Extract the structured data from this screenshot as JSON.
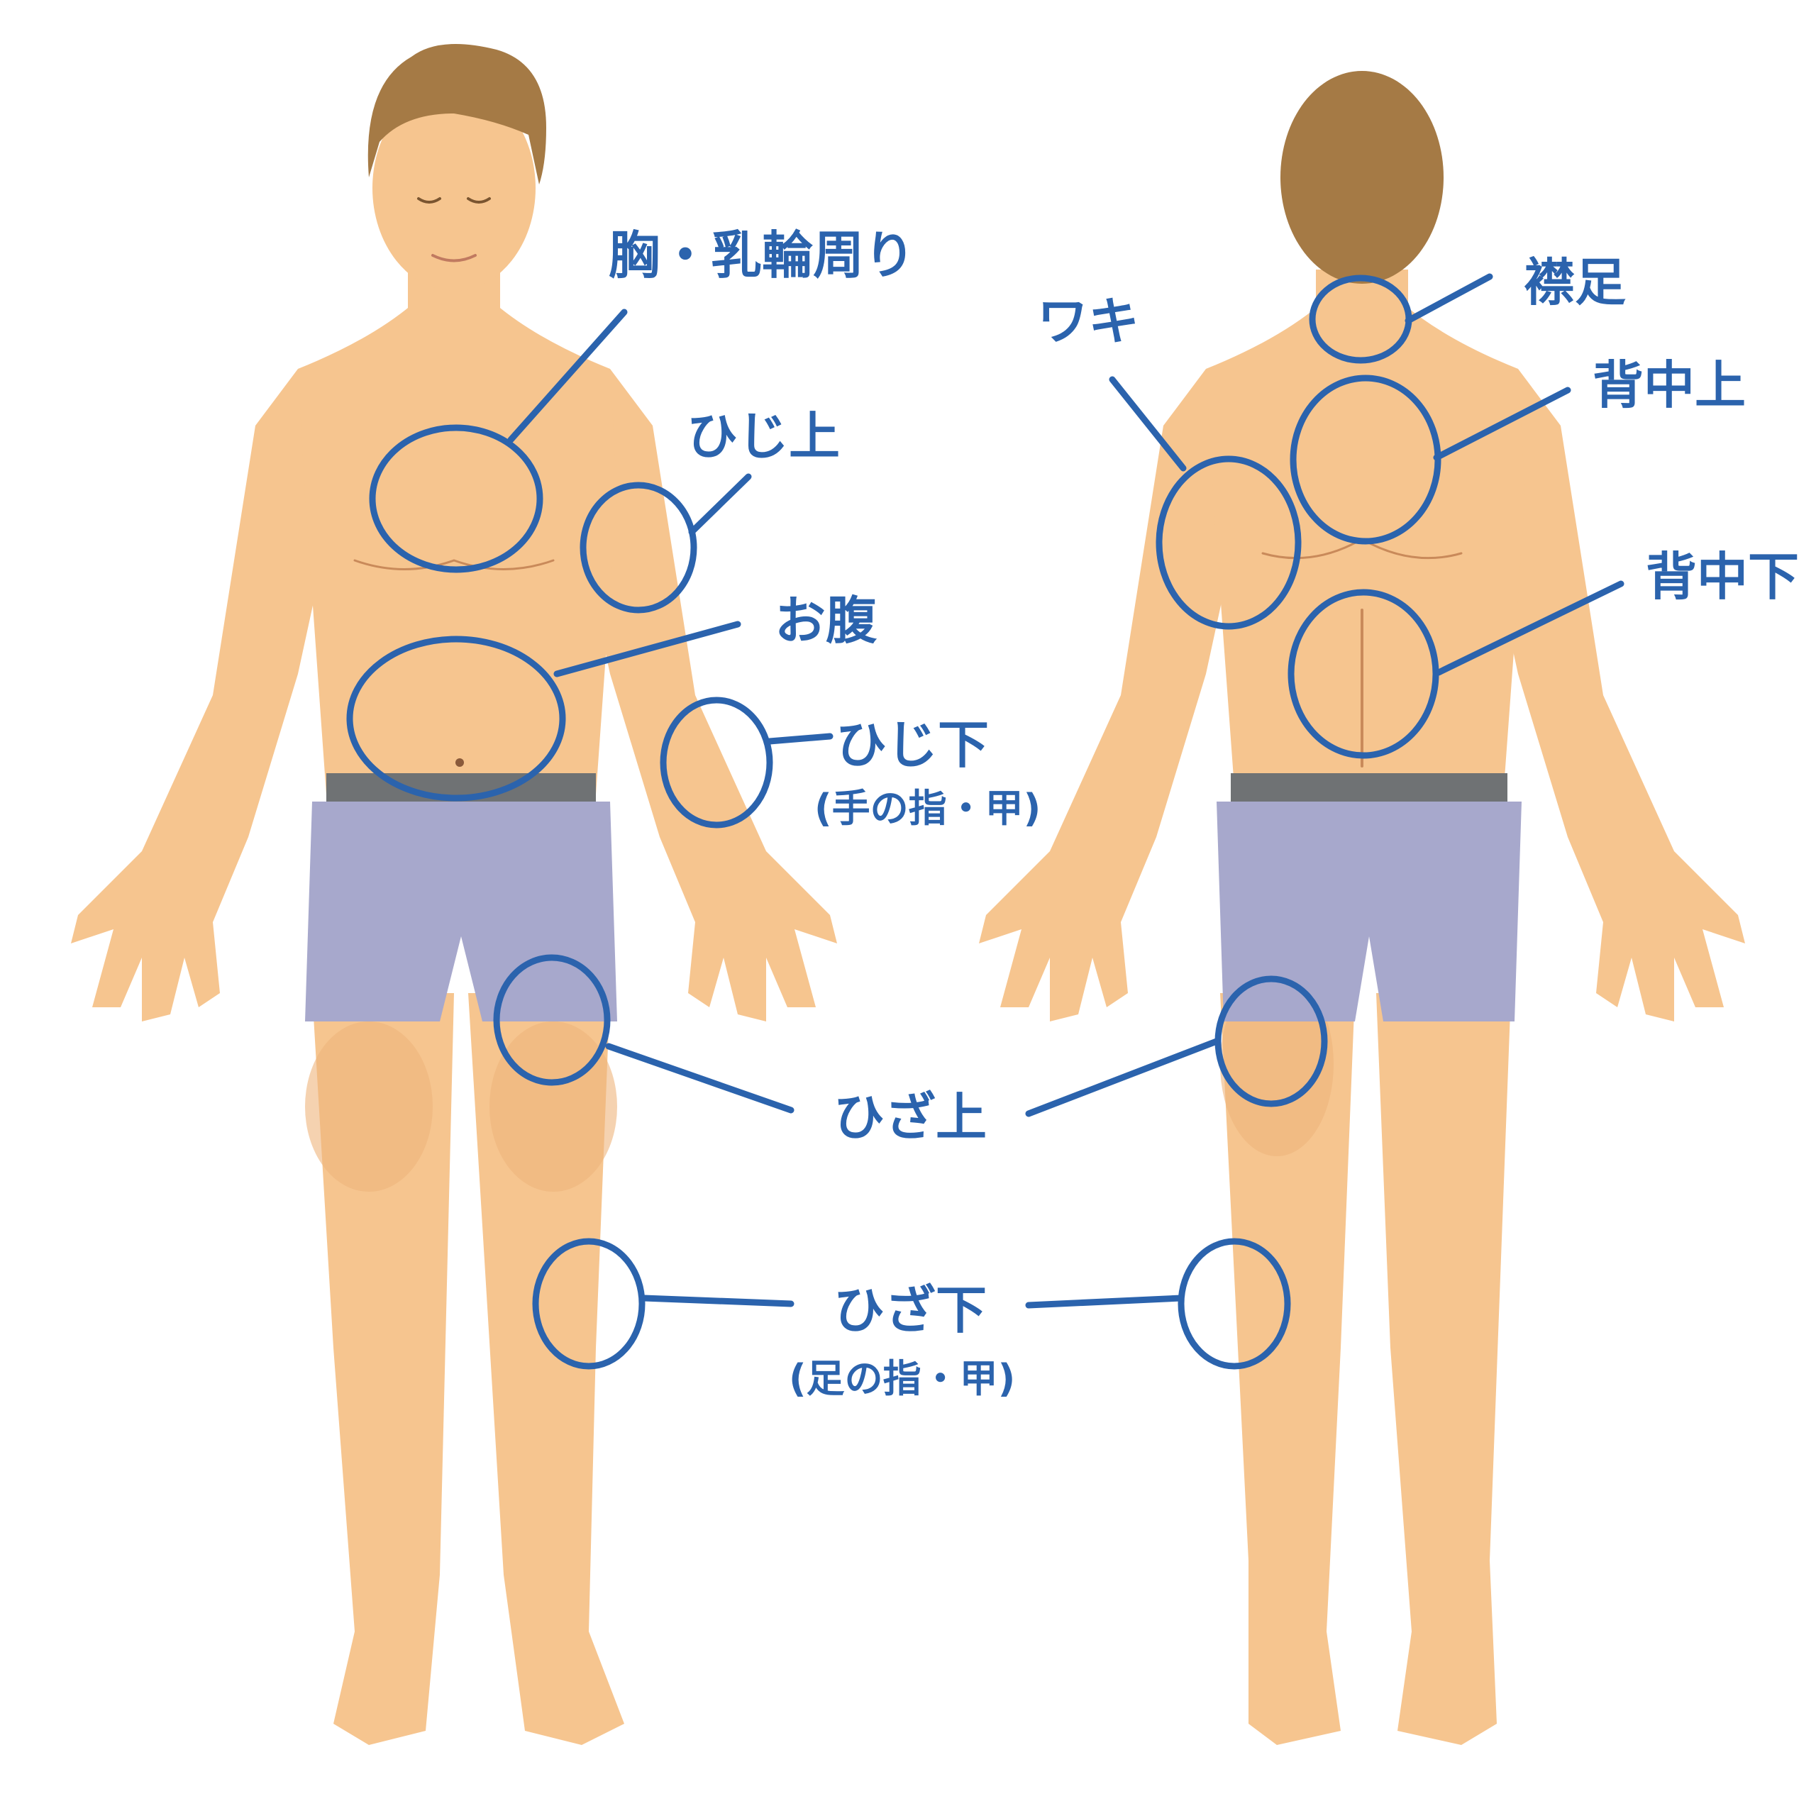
{
  "labels": {
    "chest": "胸・乳輪周り",
    "elbow_upper": "ひじ上",
    "abdomen": "お腹",
    "elbow_lower": "ひじ下",
    "elbow_lower_note": "(手の指・甲)",
    "knee_upper": "ひざ上",
    "knee_lower": "ひざ下",
    "knee_lower_note": "(足の指・甲)",
    "nape": "襟足",
    "armpit": "ワキ",
    "back_upper": "背中上",
    "back_lower": "背中下"
  },
  "colors": {
    "skin": "#f6c58f",
    "skin_shade": "#e9ab72",
    "hair": "#a57a45",
    "shorts": "#a7a8cc",
    "waistband": "#6f7274",
    "accent": "#2b63ad"
  }
}
